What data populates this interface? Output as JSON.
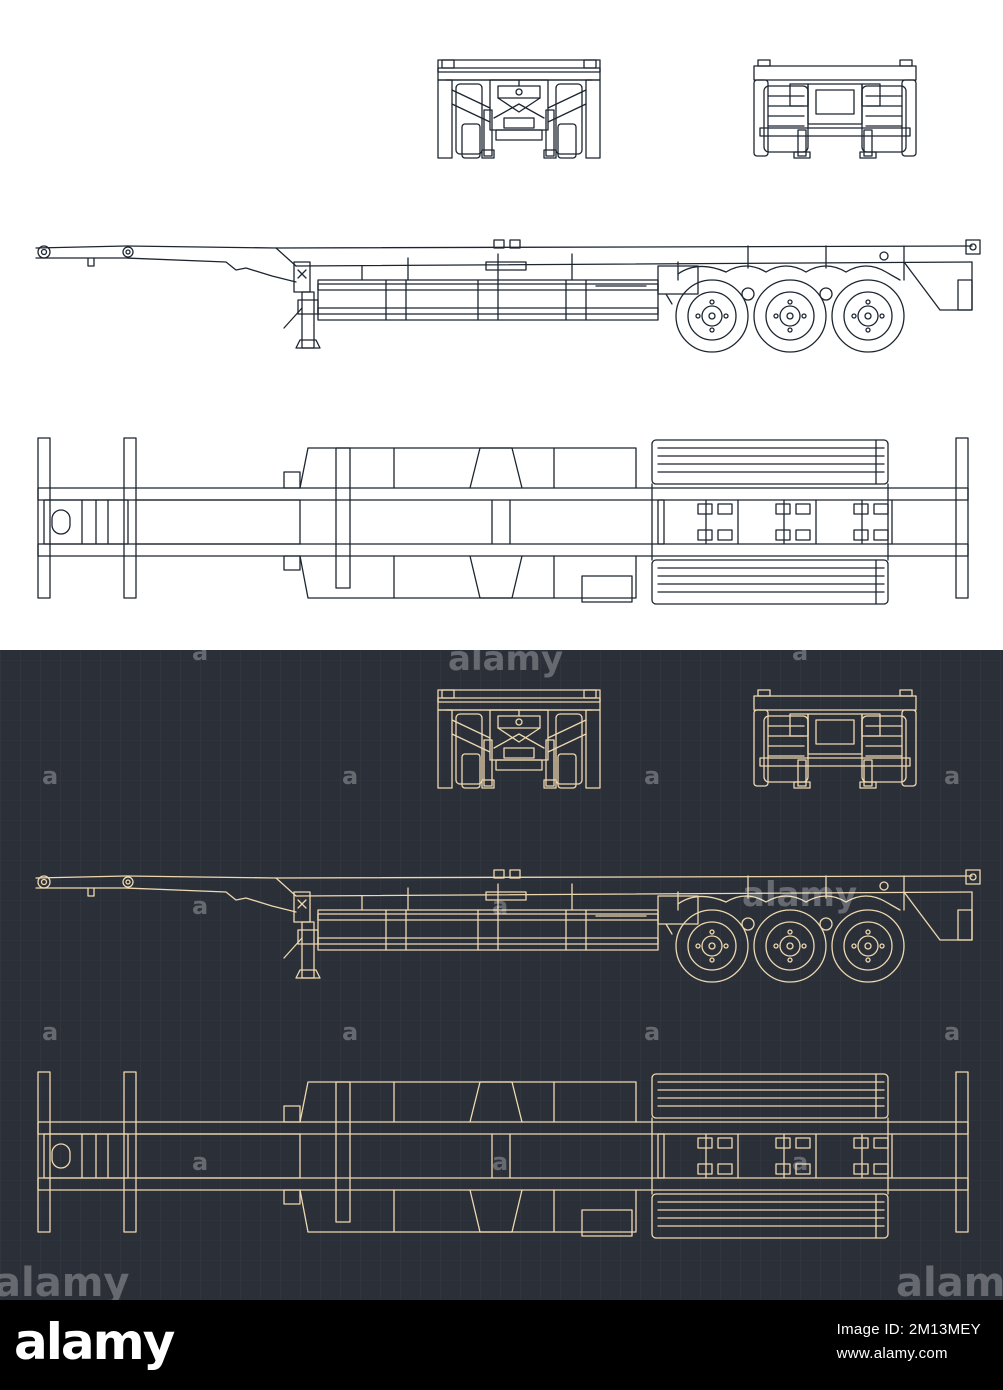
{
  "palette": {
    "light_bg": "#ffffff",
    "light_stroke": "#1c2530",
    "dark_bg": "#2b3038",
    "dark_grid": "#3a414b",
    "dark_stroke": "#eed8b0",
    "footer_bg": "#000000",
    "footer_text": "#ffffff"
  },
  "panels": [
    {
      "theme": "light",
      "views": [
        "front-view",
        "rear-view",
        "side-view",
        "top-view"
      ]
    },
    {
      "theme": "blueprint",
      "views": [
        "front-view",
        "rear-view",
        "side-view",
        "top-view"
      ]
    }
  ],
  "watermark": {
    "text": "alamy",
    "small_mark": "a"
  },
  "footer": {
    "logo": "alamy",
    "image_id_line": "Image ID: 2M13MEY",
    "site": "www.alamy.com"
  }
}
